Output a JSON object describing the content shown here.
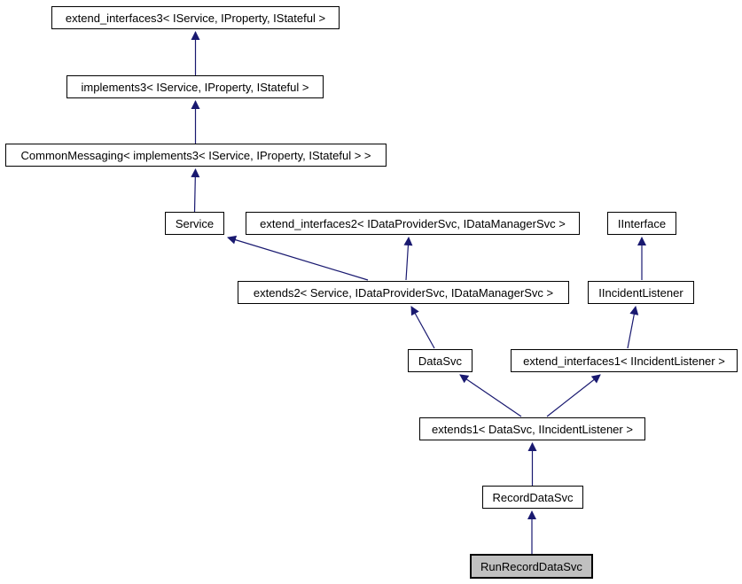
{
  "diagram": {
    "type": "inheritance-graph",
    "colors": {
      "background": "#ffffff",
      "node_fill": "#ffffff",
      "node_border": "#000000",
      "node_text": "#000000",
      "highlight_fill": "#c0c0c0",
      "edge": "#191970"
    },
    "nodes": [
      {
        "id": "extend_interfaces3",
        "label": "extend_interfaces3< IService, IProperty, IStateful >",
        "highlighted": false
      },
      {
        "id": "implements3",
        "label": "implements3< IService, IProperty, IStateful >",
        "highlighted": false
      },
      {
        "id": "CommonMessaging",
        "label": "CommonMessaging< implements3< IService, IProperty, IStateful > >",
        "highlighted": false
      },
      {
        "id": "Service",
        "label": "Service",
        "highlighted": false
      },
      {
        "id": "extend_interfaces2",
        "label": "extend_interfaces2< IDataProviderSvc, IDataManagerSvc >",
        "highlighted": false
      },
      {
        "id": "IInterface",
        "label": "IInterface",
        "highlighted": false
      },
      {
        "id": "extends2",
        "label": "extends2< Service, IDataProviderSvc, IDataManagerSvc >",
        "highlighted": false
      },
      {
        "id": "IIncidentListener",
        "label": "IIncidentListener",
        "highlighted": false
      },
      {
        "id": "DataSvc",
        "label": "DataSvc",
        "highlighted": false
      },
      {
        "id": "extend_interfaces1",
        "label": "extend_interfaces1< IIncidentListener >",
        "highlighted": false
      },
      {
        "id": "extends1",
        "label": "extends1< DataSvc, IIncidentListener >",
        "highlighted": false
      },
      {
        "id": "RecordDataSvc",
        "label": "RecordDataSvc",
        "highlighted": false
      },
      {
        "id": "RunRecordDataSvc",
        "label": "RunRecordDataSvc",
        "highlighted": true
      }
    ],
    "edges": [
      {
        "from": "implements3",
        "to": "extend_interfaces3"
      },
      {
        "from": "CommonMessaging",
        "to": "implements3"
      },
      {
        "from": "Service",
        "to": "CommonMessaging"
      },
      {
        "from": "extends2",
        "to": "Service"
      },
      {
        "from": "extends2",
        "to": "extend_interfaces2"
      },
      {
        "from": "DataSvc",
        "to": "extends2"
      },
      {
        "from": "IIncidentListener",
        "to": "IInterface"
      },
      {
        "from": "extend_interfaces1",
        "to": "IIncidentListener"
      },
      {
        "from": "extends1",
        "to": "DataSvc"
      },
      {
        "from": "extends1",
        "to": "extend_interfaces1"
      },
      {
        "from": "RecordDataSvc",
        "to": "extends1"
      },
      {
        "from": "RunRecordDataSvc",
        "to": "RecordDataSvc"
      }
    ]
  }
}
